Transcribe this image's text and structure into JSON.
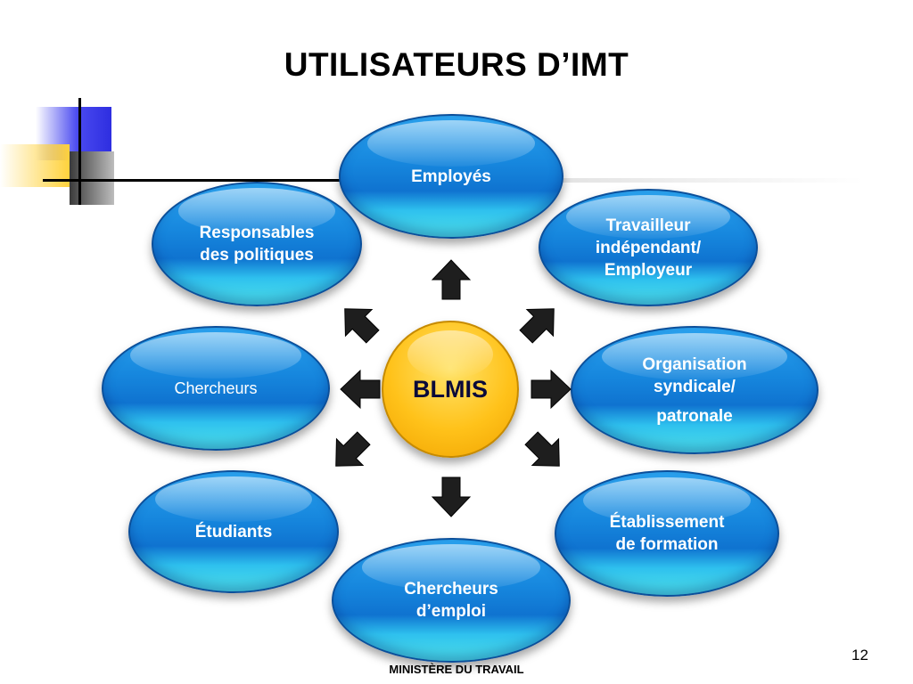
{
  "slide": {
    "title": "UTILISATEURS D’IMT",
    "page_number": "12",
    "footer": "MINISTÈRE DU TRAVAIL"
  },
  "diagram": {
    "center": "BLMIS",
    "nodes": {
      "employes": [
        "Employés"
      ],
      "travailleur": [
        "Travailleur",
        "indépendant/",
        "Employeur"
      ],
      "organisation": [
        "Organisation",
        "syndicale/",
        "patronale"
      ],
      "etablissement": [
        "Établissement",
        "de formation"
      ],
      "chercheurs_emploi": [
        "Chercheurs",
        "d’emploi"
      ],
      "etudiants": [
        "Étudiants"
      ],
      "chercheurs": [
        "Chercheurs"
      ],
      "responsables": [
        "Responsables",
        "des politiques"
      ]
    }
  },
  "colors": {
    "node_blue": "#1686dd",
    "center_yellow": "#ffc21a",
    "arrow_dark": "#1e1e1e"
  }
}
